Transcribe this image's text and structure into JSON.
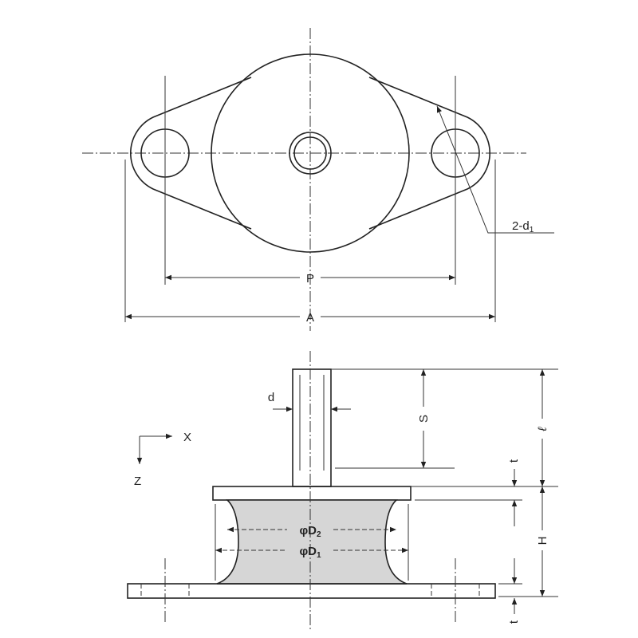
{
  "drawing": {
    "top_view": {
      "label_holes": "2-d",
      "label_holes_sub": "1",
      "label_pitch": "P",
      "label_overall": "A"
    },
    "side_view": {
      "label_stud_dia": "d",
      "label_stud_len": "S",
      "label_total_len": "ℓ",
      "label_height": "H",
      "label_thickness_top": "t",
      "label_thickness_bottom": "t",
      "label_d2": "φD",
      "label_d2_sub": "2",
      "label_d1": "φD",
      "label_d1_sub": "1"
    },
    "axes": {
      "x": "X",
      "z": "Z"
    },
    "colors": {
      "line": "#222222",
      "rubber": "#d6d6d6"
    }
  }
}
